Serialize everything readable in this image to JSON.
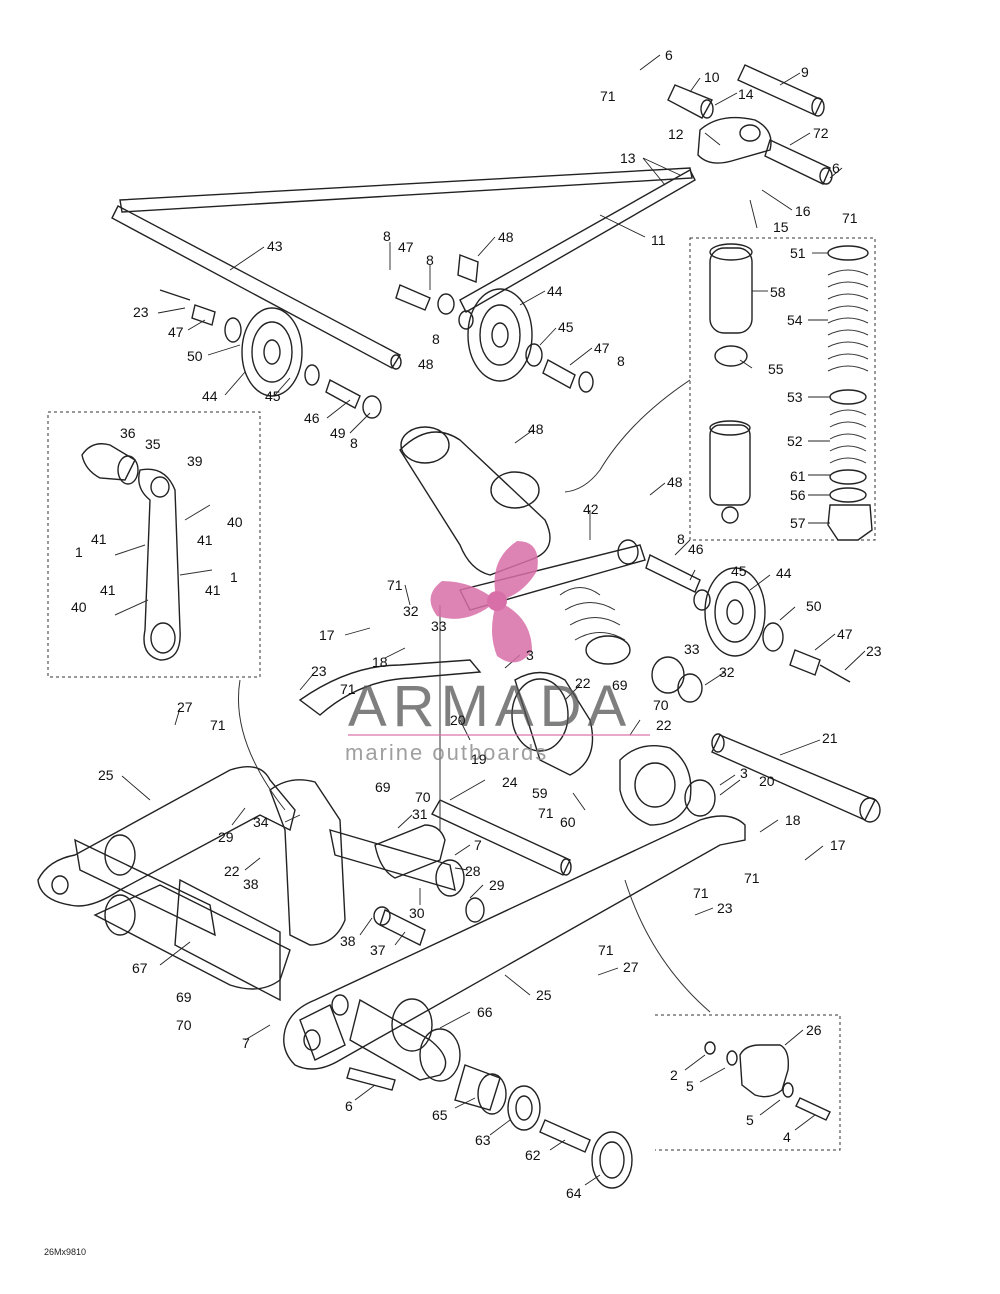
{
  "watermark": {
    "brand": "ARMADA",
    "tagline": "marine outboards",
    "accent": "#d86fa8"
  },
  "drawing_code": "26Mx9810",
  "callouts": [
    {
      "id": "c-6a",
      "text": "6"
    },
    {
      "id": "c-10",
      "text": "10"
    },
    {
      "id": "c-9",
      "text": "9"
    },
    {
      "id": "c-71a",
      "text": "71"
    },
    {
      "id": "c-14",
      "text": "14"
    },
    {
      "id": "c-12",
      "text": "12"
    },
    {
      "id": "c-72",
      "text": "72"
    },
    {
      "id": "c-13",
      "text": "13"
    },
    {
      "id": "c-6b",
      "text": "6"
    },
    {
      "id": "c-16",
      "text": "16"
    },
    {
      "id": "c-71b",
      "text": "71"
    },
    {
      "id": "c-15",
      "text": "15"
    },
    {
      "id": "c-11",
      "text": "11"
    },
    {
      "id": "c-43",
      "text": "43"
    },
    {
      "id": "c-8a",
      "text": "8"
    },
    {
      "id": "c-47a",
      "text": "47"
    },
    {
      "id": "c-8b",
      "text": "8"
    },
    {
      "id": "c-48a",
      "text": "48"
    },
    {
      "id": "c-51",
      "text": "51"
    },
    {
      "id": "c-23a",
      "text": "23"
    },
    {
      "id": "c-47b",
      "text": "47"
    },
    {
      "id": "c-8c",
      "text": "8"
    },
    {
      "id": "c-44a",
      "text": "44"
    },
    {
      "id": "c-58",
      "text": "58"
    },
    {
      "id": "c-54",
      "text": "54"
    },
    {
      "id": "c-50a",
      "text": "50"
    },
    {
      "id": "c-45a",
      "text": "45"
    },
    {
      "id": "c-47c",
      "text": "47"
    },
    {
      "id": "c-8d",
      "text": "8"
    },
    {
      "id": "c-55",
      "text": "55"
    },
    {
      "id": "c-44b",
      "text": "44"
    },
    {
      "id": "c-45b",
      "text": "45"
    },
    {
      "id": "c-48b",
      "text": "48"
    },
    {
      "id": "c-53",
      "text": "53"
    },
    {
      "id": "c-46a",
      "text": "46"
    },
    {
      "id": "c-49",
      "text": "49"
    },
    {
      "id": "c-8e",
      "text": "8"
    },
    {
      "id": "c-48c",
      "text": "48"
    },
    {
      "id": "c-52",
      "text": "52"
    },
    {
      "id": "c-36",
      "text": "36"
    },
    {
      "id": "c-35",
      "text": "35"
    },
    {
      "id": "c-39",
      "text": "39"
    },
    {
      "id": "c-61",
      "text": "61"
    },
    {
      "id": "c-48d",
      "text": "48"
    },
    {
      "id": "c-56",
      "text": "56"
    },
    {
      "id": "c-40a",
      "text": "40"
    },
    {
      "id": "c-42",
      "text": "42"
    },
    {
      "id": "c-57",
      "text": "57"
    },
    {
      "id": "c-41a",
      "text": "41"
    },
    {
      "id": "c-41b",
      "text": "41"
    },
    {
      "id": "c-8f",
      "text": "8"
    },
    {
      "id": "c-46b",
      "text": "46"
    },
    {
      "id": "c-1a",
      "text": "1"
    },
    {
      "id": "c-1b",
      "text": "1"
    },
    {
      "id": "c-41c",
      "text": "41"
    },
    {
      "id": "c-45c",
      "text": "45"
    },
    {
      "id": "c-44c",
      "text": "44"
    },
    {
      "id": "c-71c",
      "text": "71"
    },
    {
      "id": "c-32a",
      "text": "32"
    },
    {
      "id": "c-50b",
      "text": "50"
    },
    {
      "id": "c-40b",
      "text": "40"
    },
    {
      "id": "c-41d",
      "text": "41"
    },
    {
      "id": "c-17a",
      "text": "17"
    },
    {
      "id": "c-33a",
      "text": "33"
    },
    {
      "id": "c-47d",
      "text": "47"
    },
    {
      "id": "c-3a",
      "text": "3"
    },
    {
      "id": "c-33b",
      "text": "33"
    },
    {
      "id": "c-23b",
      "text": "23"
    },
    {
      "id": "c-18a",
      "text": "18"
    },
    {
      "id": "c-32b",
      "text": "32"
    },
    {
      "id": "c-23c",
      "text": "23"
    },
    {
      "id": "c-71d",
      "text": "71"
    },
    {
      "id": "c-22a",
      "text": "22"
    },
    {
      "id": "c-69a",
      "text": "69"
    },
    {
      "id": "c-27a",
      "text": "27"
    },
    {
      "id": "c-70a",
      "text": "70"
    },
    {
      "id": "c-71e",
      "text": "71"
    },
    {
      "id": "c-20a",
      "text": "20"
    },
    {
      "id": "c-22b",
      "text": "22"
    },
    {
      "id": "c-21",
      "text": "21"
    },
    {
      "id": "c-19",
      "text": "19"
    },
    {
      "id": "c-25a",
      "text": "25"
    },
    {
      "id": "c-24",
      "text": "24"
    },
    {
      "id": "c-3b",
      "text": "3"
    },
    {
      "id": "c-69b",
      "text": "69"
    },
    {
      "id": "c-70b",
      "text": "70"
    },
    {
      "id": "c-59",
      "text": "59"
    },
    {
      "id": "c-20b",
      "text": "20"
    },
    {
      "id": "c-29a",
      "text": "29"
    },
    {
      "id": "c-31",
      "text": "31"
    },
    {
      "id": "c-71f",
      "text": "71"
    },
    {
      "id": "c-60",
      "text": "60"
    },
    {
      "id": "c-34",
      "text": "34"
    },
    {
      "id": "c-18b",
      "text": "18"
    },
    {
      "id": "c-7a",
      "text": "7"
    },
    {
      "id": "c-17b",
      "text": "17"
    },
    {
      "id": "c-22c",
      "text": "22"
    },
    {
      "id": "c-28",
      "text": "28"
    },
    {
      "id": "c-38a",
      "text": "38"
    },
    {
      "id": "c-71g",
      "text": "71"
    },
    {
      "id": "c-29b",
      "text": "29"
    },
    {
      "id": "c-71h",
      "text": "71"
    },
    {
      "id": "c-30",
      "text": "30"
    },
    {
      "id": "c-23d",
      "text": "23"
    },
    {
      "id": "c-38b",
      "text": "38"
    },
    {
      "id": "c-37",
      "text": "37"
    },
    {
      "id": "c-71i",
      "text": "71"
    },
    {
      "id": "c-67",
      "text": "67"
    },
    {
      "id": "c-27b",
      "text": "27"
    },
    {
      "id": "c-25b",
      "text": "25"
    },
    {
      "id": "c-69c",
      "text": "69"
    },
    {
      "id": "c-70c",
      "text": "70"
    },
    {
      "id": "c-66",
      "text": "66"
    },
    {
      "id": "c-26",
      "text": "26"
    },
    {
      "id": "c-7b",
      "text": "7"
    },
    {
      "id": "c-2",
      "text": "2"
    },
    {
      "id": "c-5a",
      "text": "5"
    },
    {
      "id": "c-6c",
      "text": "6"
    },
    {
      "id": "c-65",
      "text": "65"
    },
    {
      "id": "c-5b",
      "text": "5"
    },
    {
      "id": "c-63",
      "text": "63"
    },
    {
      "id": "c-4",
      "text": "4"
    },
    {
      "id": "c-62",
      "text": "62"
    },
    {
      "id": "c-64",
      "text": "64"
    }
  ]
}
